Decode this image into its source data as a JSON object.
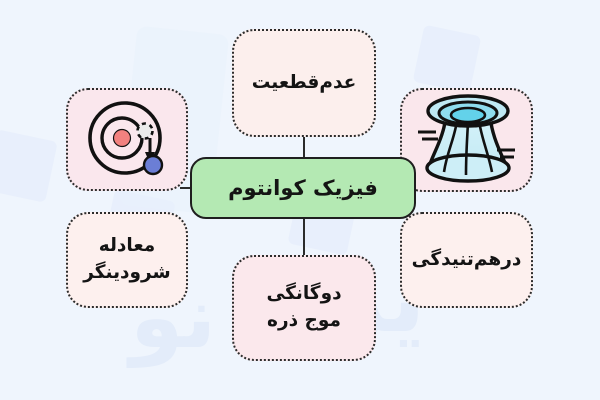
{
  "diagram": {
    "title": "فیزیک کوانتوم",
    "direction": "rtl",
    "background_color": "#eff5fd",
    "center": {
      "label": "فیزیک کوانتوم",
      "fill": "#b4e9b3",
      "border": "#1f1f1f"
    },
    "nodes": [
      {
        "id": "top",
        "label": "عدم‌قطعیت",
        "fill": "#fcefed",
        "border_style": "dotted",
        "icon": null
      },
      {
        "id": "top-left",
        "label": "",
        "fill": "#fae7ed",
        "border_style": "dotted",
        "icon": "atom-orbital-icon"
      },
      {
        "id": "top-right",
        "label": "",
        "fill": "#fae7ec",
        "border_style": "dotted",
        "icon": "wormhole-icon"
      },
      {
        "id": "bottom-left",
        "label": "معادله\nشرودینگر",
        "fill": "#fdf0ee",
        "border_style": "dotted",
        "icon": null
      },
      {
        "id": "bottom-right",
        "label": "درهم‌تنیدگی",
        "fill": "#fdf0ee",
        "border_style": "dotted",
        "icon": null
      },
      {
        "id": "bottom",
        "label": "دوگانگی\nموج ذره",
        "fill": "#fbe8ec",
        "border_style": "dotted",
        "icon": null
      }
    ],
    "icons": {
      "atom": {
        "name": "atom-orbital-icon",
        "nucleus_color": "#f2817f",
        "electron_color": "#6b7ed6",
        "orbit_color": "#111111"
      },
      "wormhole": {
        "name": "wormhole-icon",
        "body_color": "#cdeef7",
        "mouth_color": "#6fd3e8",
        "outline_color": "#111111"
      }
    },
    "connectors": [
      {
        "from": "top",
        "to": "center",
        "orientation": "vertical"
      },
      {
        "from": "center",
        "to": "bottom",
        "orientation": "vertical"
      },
      {
        "from": "top-left",
        "to": "center",
        "orientation": "horizontal"
      },
      {
        "from": "top-right",
        "to": "center",
        "orientation": "horizontal"
      }
    ]
  }
}
